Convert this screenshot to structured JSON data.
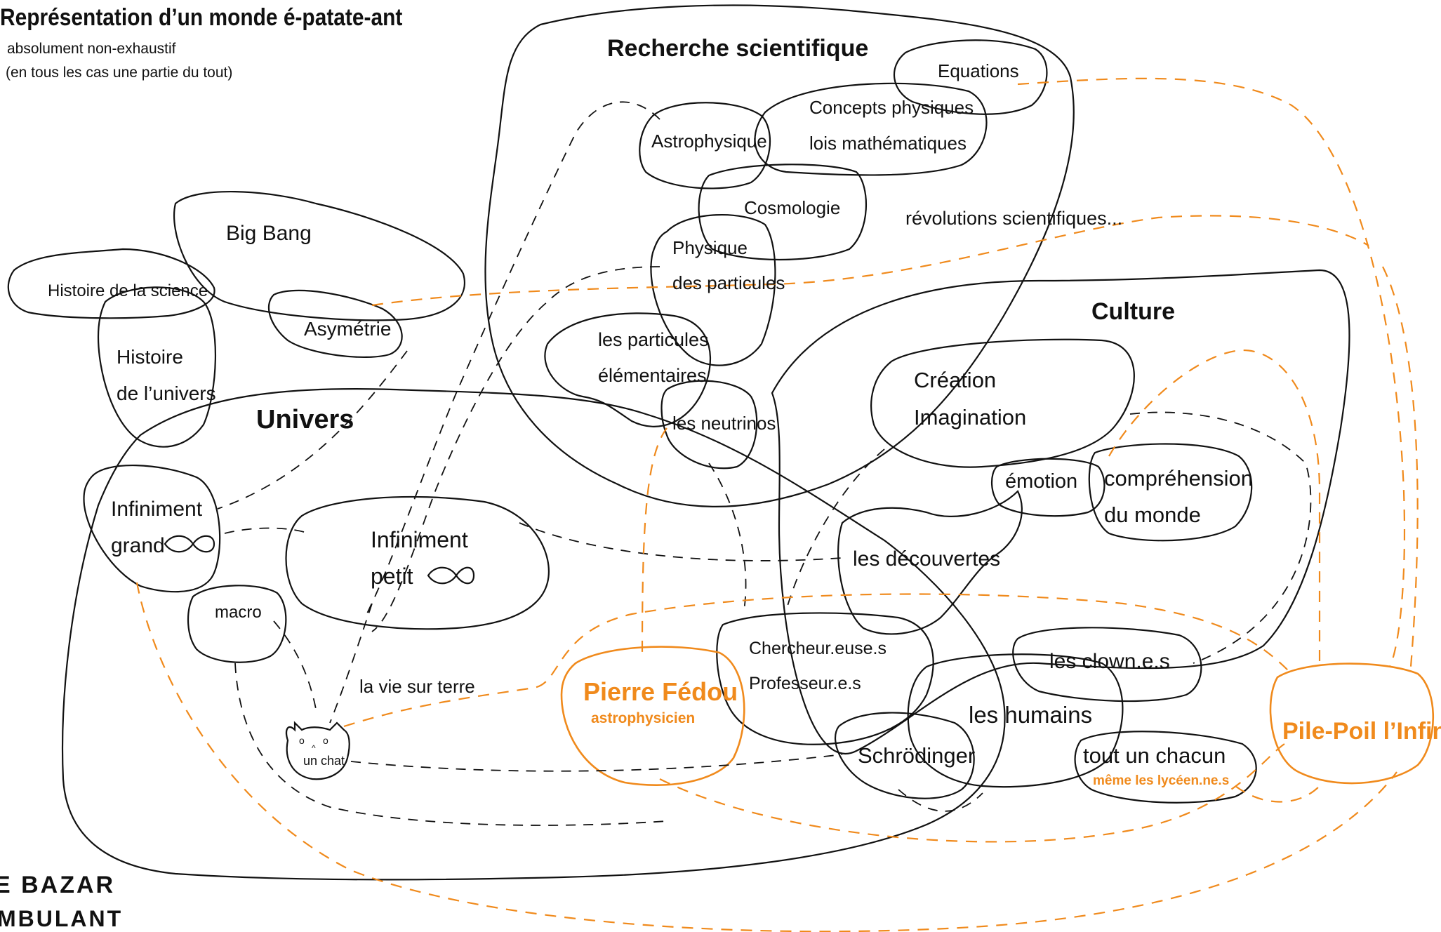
{
  "title": "Représentation d’un monde é-patate-ant",
  "subtitle_1": "absolument non-exhaustif",
  "subtitle_2": "(en tous les cas une partie du tout)",
  "logo_text_1": "E BAZAR",
  "logo_text_2": "MBULANT",
  "colors": {
    "ink": "#111111",
    "accent": "#F08A1C"
  },
  "clusters": {
    "recherche": "Recherche scientifique",
    "culture": "Culture",
    "univers": "Univers"
  },
  "nodes": {
    "equations": "Equations",
    "concepts_1": "Concepts physiques",
    "concepts_2": "lois mathématiques",
    "astrophysique": "Astrophysique",
    "cosmologie": "Cosmologie",
    "revolutions": "révolutions scientifiques...",
    "physique_1": "Physique",
    "physique_2": "des particules",
    "particules_1": "les particules",
    "particules_2": "élémentaires",
    "neutrinos": "les neutrinos",
    "big_bang": "Big Bang",
    "histoire_science": "Histoire de la science",
    "asymetrie": "Asymétrie",
    "histoire_univers_1": "Histoire",
    "histoire_univers_2": "de l’univers",
    "infiniment_grand_1": "Infiniment",
    "infiniment_grand_2": "grand",
    "infiniment_petit_1": "Infiniment",
    "infiniment_petit_2": "petit",
    "macro": "macro",
    "vie_sur_terre": "la vie sur terre",
    "un_chat": "un chat",
    "creation": "Création",
    "imagination": "Imagination",
    "emotion": "émotion",
    "comprehension_1": "compréhension",
    "comprehension_2": "du monde",
    "decouvertes": "les découvertes",
    "chercheurs_1": "Chercheur.euse.s",
    "chercheurs_2": "Professeur.e.s",
    "clowns": "les clown.e.s",
    "humains": "les humains",
    "schrodinger": "Schrödinger",
    "tout_un_chacun": "tout un chacun",
    "lyceens": "même les lycéen.ne.s",
    "pierre_fedou": "Pierre Fédou",
    "astrophysicien": "astrophysicien",
    "pile_poil": "Pile-Poil l’Infini"
  }
}
